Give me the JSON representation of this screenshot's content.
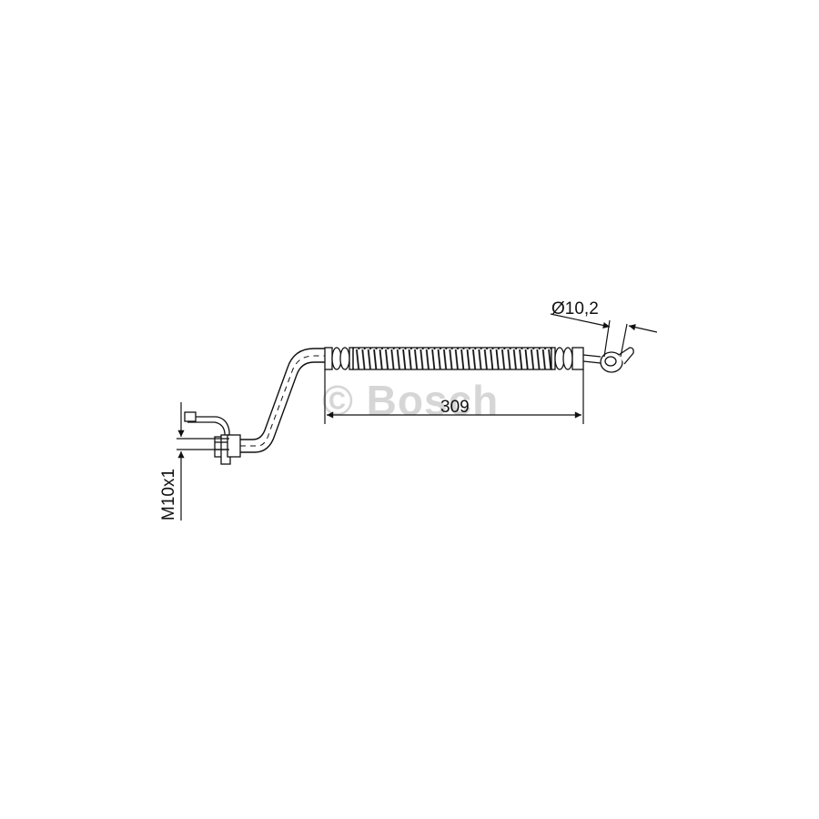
{
  "watermark": {
    "text": "© Bosch",
    "color": "#d6d6d6"
  },
  "part": {
    "type": "brake-hose",
    "line_color": "#111111"
  },
  "dimensions": {
    "length": "309",
    "diameter": "Ø10,2",
    "thread": "M10x1"
  }
}
